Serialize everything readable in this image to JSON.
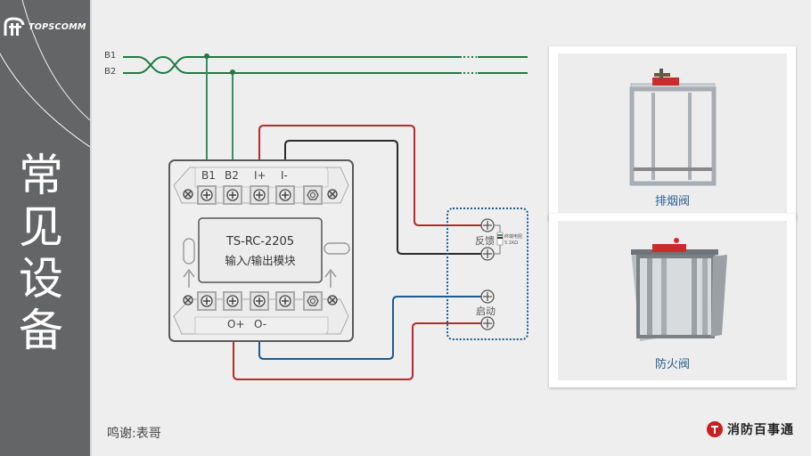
{
  "sidebar": {
    "logo_text": "TOPSCOMM",
    "title_chars": [
      "常",
      "见",
      "设",
      "备"
    ]
  },
  "bus": {
    "lines": [
      "B1",
      "B2"
    ],
    "colors": {
      "bus": "#1e7a45",
      "red": "#b72a2e",
      "black": "#2a2a2a",
      "blue": "#1d5a8e",
      "dotted_box": "#1d5a8e"
    }
  },
  "module": {
    "model": "TS-RC-2205",
    "name": "输入/输出模块",
    "top_terminals": [
      "B1",
      "B2",
      "I+",
      "I-"
    ],
    "bottom_terminals": [
      "O+",
      "O-"
    ]
  },
  "device_box": {
    "feedback_label": "反馈",
    "resistor_label": "终端电阻",
    "resistor_value": "5.1KΩ",
    "start_label": "启动"
  },
  "products": [
    {
      "caption": "排烟阀"
    },
    {
      "caption": "防火阀"
    }
  ],
  "footer": {
    "credit": "鸣谢:表哥",
    "brand": "消防百事通"
  }
}
